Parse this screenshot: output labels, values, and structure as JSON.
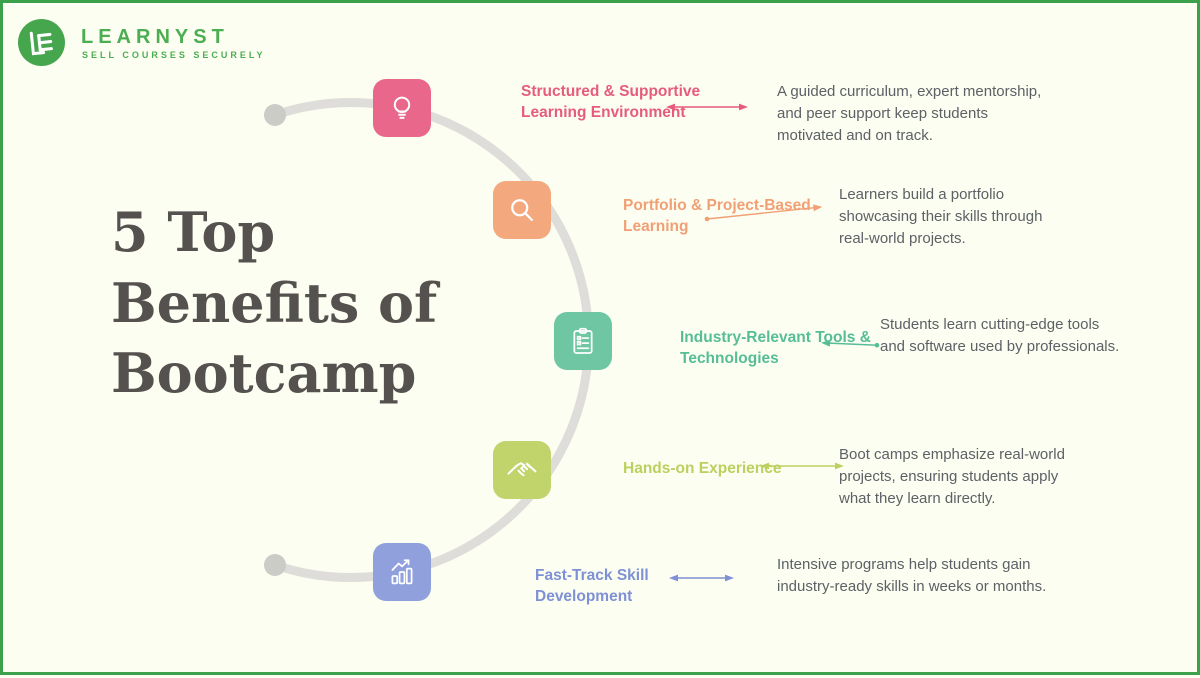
{
  "page": {
    "background_color": "#FCFEF1",
    "border_color": "#3BA24B"
  },
  "logo": {
    "monogram": "LE",
    "name": "LEARNYST",
    "tagline": "SELL COURSES SECURELY",
    "brand_color": "#46A64E"
  },
  "title": {
    "lines": [
      "5 Top",
      "Benefits of",
      "Bootcamp"
    ],
    "color": "#55514E"
  },
  "arc": {
    "line_color": "#DEDDD9",
    "dot_color": "#CBCBC7"
  },
  "benefits": [
    {
      "icon": "lightbulb-icon",
      "tile_color": "#E9678A",
      "accent_color": "#E55C7C",
      "heading": "Structured & Supportive Learning Environment",
      "description": "A guided curriculum, expert mentorship, and peer support keep students motivated and on track."
    },
    {
      "icon": "magnifier-icon",
      "tile_color": "#F4A87E",
      "accent_color": "#F1A076",
      "heading": "Portfolio & Project-Based Learning",
      "description": "Learners build a portfolio showcasing their skills through real-world projects."
    },
    {
      "icon": "checklist-icon",
      "tile_color": "#6EC6A3",
      "accent_color": "#57BD97",
      "heading": "Industry-Relevant Tools & Technologies",
      "description": "Students learn cutting-edge tools and software used by professionals."
    },
    {
      "icon": "handshake-icon",
      "tile_color": "#C0D46B",
      "accent_color": "#BCD05F",
      "heading": "Hands-on Experience",
      "description": "Boot camps emphasize real-world projects, ensuring students apply what they learn directly."
    },
    {
      "icon": "bar-chart-icon",
      "tile_color": "#8FA0DC",
      "accent_color": "#7E91D5",
      "heading": "Fast-Track Skill Development",
      "description": "Intensive programs help students gain industry-ready skills in weeks or months."
    }
  ]
}
